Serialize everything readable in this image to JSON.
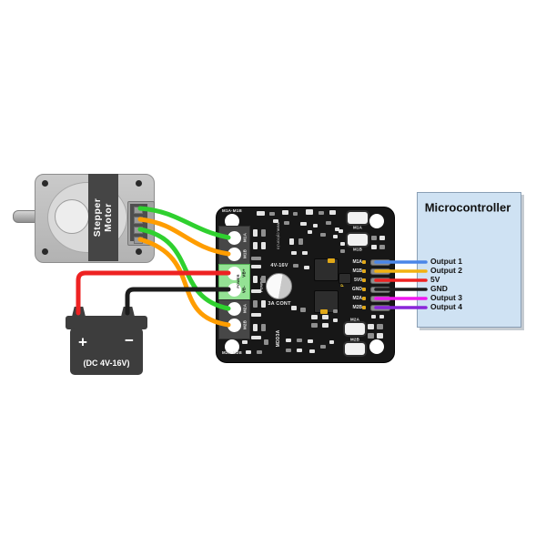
{
  "motor": {
    "label_line1": "Stepper",
    "label_line2": "Motor"
  },
  "battery": {
    "plus_symbol": "+",
    "minus_symbol": "−",
    "label": "(DC 4V-16V)"
  },
  "driver_board": {
    "silkscreen_top": "M1A·M1B",
    "silkscreen_bottom": "M2A·M2B",
    "terminals": {
      "m1a": "M1A",
      "m1b": "M1B",
      "vb_plus": "VB+",
      "vb_minus": "VB-",
      "power": "POWER",
      "m2a": "M2A",
      "m2b": "M2B"
    },
    "voltage_rating": "4V-16V",
    "current_rating": "3A CONT",
    "power_silkscreen": "POWER",
    "pwr_led_label": "PWR",
    "website": "www.cytron.io",
    "model": "MDD3A",
    "buttons": [
      {
        "label": "M1A"
      },
      {
        "label": "M1B"
      },
      {
        "label": "M2A"
      },
      {
        "label": "M2B"
      }
    ],
    "header_pins": [
      {
        "label": "M1A",
        "wire_color": "#4a86e8",
        "connects_to": "Output 1"
      },
      {
        "label": "M1B",
        "wire_color": "#f2b211",
        "connects_to": "Output 2"
      },
      {
        "label": "5V0",
        "wire_color": "#ee2222",
        "connects_to": "5V"
      },
      {
        "label": "GND",
        "wire_color": "#1c1c1c",
        "connects_to": "GND"
      },
      {
        "label": "M2A",
        "wire_color": "#ef18ef",
        "connects_to": "Output 3"
      },
      {
        "label": "M2B",
        "wire_color": "#8926d9",
        "connects_to": "Output 4"
      }
    ]
  },
  "microcontroller": {
    "title": "Microcontroller",
    "pins": [
      {
        "label": "Output 1"
      },
      {
        "label": "Output 2"
      },
      {
        "label": "5V"
      },
      {
        "label": "GND"
      },
      {
        "label": "Output 3"
      },
      {
        "label": "Output 4"
      }
    ]
  },
  "wires": {
    "motor_to_driver": [
      {
        "from": "motor-pin-1",
        "to": "M1A",
        "color": "#2fd02f"
      },
      {
        "from": "motor-pin-2",
        "to": "M1B",
        "color": "#ff9d00"
      },
      {
        "from": "motor-pin-3",
        "to": "M2A",
        "color": "#2fd02f"
      },
      {
        "from": "motor-pin-4",
        "to": "M2B",
        "color": "#ff9d00"
      }
    ],
    "battery_to_driver": [
      {
        "from": "+",
        "to": "VB+",
        "color": "#ee2222"
      },
      {
        "from": "−",
        "to": "VB-",
        "color": "#1c1c1c"
      }
    ]
  }
}
